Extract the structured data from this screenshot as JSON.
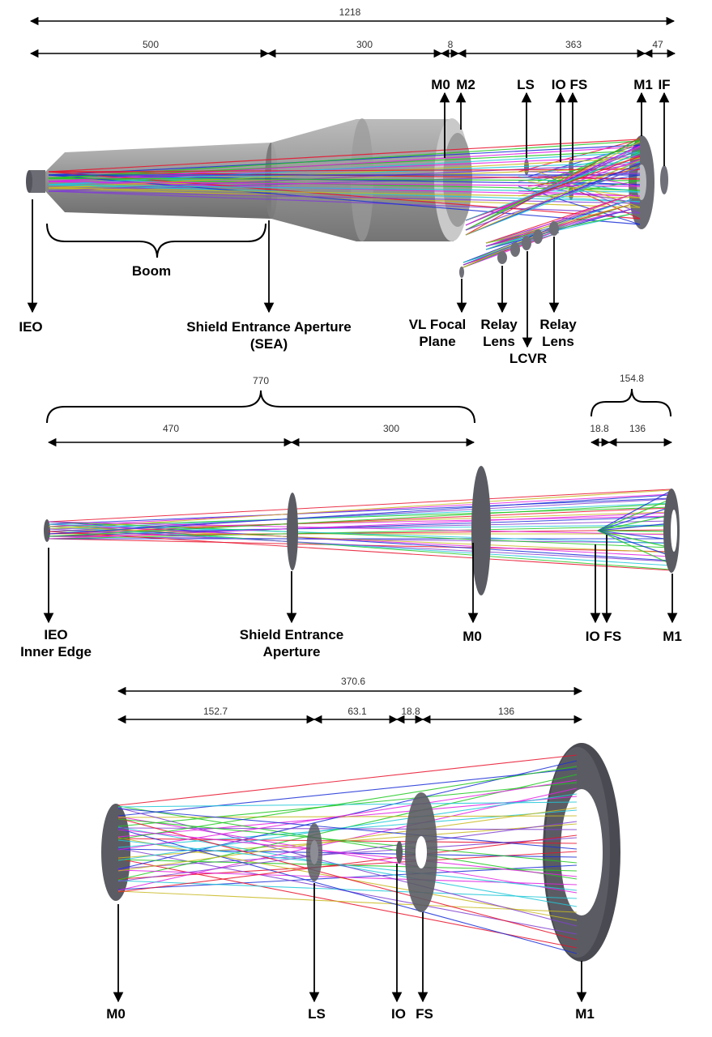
{
  "panel_top": {
    "dimensions": {
      "overall": "1218",
      "seg1": "500",
      "seg2": "300",
      "seg3": "8",
      "seg4": "363",
      "seg5": "47"
    },
    "labels": {
      "m0": "M0",
      "m2": "M2",
      "ls": "LS",
      "io_fs": "IO FS",
      "m1": "M1",
      "if": "IF",
      "boom": "Boom",
      "ieo": "IEO",
      "sea_line1": "Shield Entrance Aperture",
      "sea_line2": "(SEA)",
      "vl_line1": "VL Focal",
      "vl_line2": "Plane",
      "relay_a_line1": "Relay",
      "relay_a_line2": "Lens",
      "lcvr": "LCVR",
      "relay_b_line1": "Relay",
      "relay_b_line2": "Lens"
    }
  },
  "panel_middle": {
    "dimensions": {
      "left_total": "770",
      "seg1": "470",
      "seg2": "300",
      "right_total": "154.8",
      "seg3": "18.8",
      "seg4": "136"
    },
    "labels": {
      "ieo_line1": "IEO",
      "ieo_line2": "Inner Edge",
      "sea_line1": "Shield Entrance",
      "sea_line2": "Aperture",
      "m0": "M0",
      "io_fs": "IO FS",
      "m1": "M1"
    }
  },
  "panel_bottom": {
    "dimensions": {
      "overall": "370.6",
      "seg1": "152.7",
      "seg2": "63.1",
      "seg3": "18.8",
      "seg4": "136"
    },
    "labels": {
      "m0": "M0",
      "ls": "LS",
      "io": "IO",
      "fs": "FS",
      "m1": "M1"
    }
  },
  "colors": {
    "rays": [
      "#e8102a",
      "#1a2fd6",
      "#20c820",
      "#e020e0",
      "#20c8d8",
      "#c8b820",
      "#8040d0"
    ],
    "optic": "#5b5c63",
    "boom": "#8a8a8a"
  }
}
